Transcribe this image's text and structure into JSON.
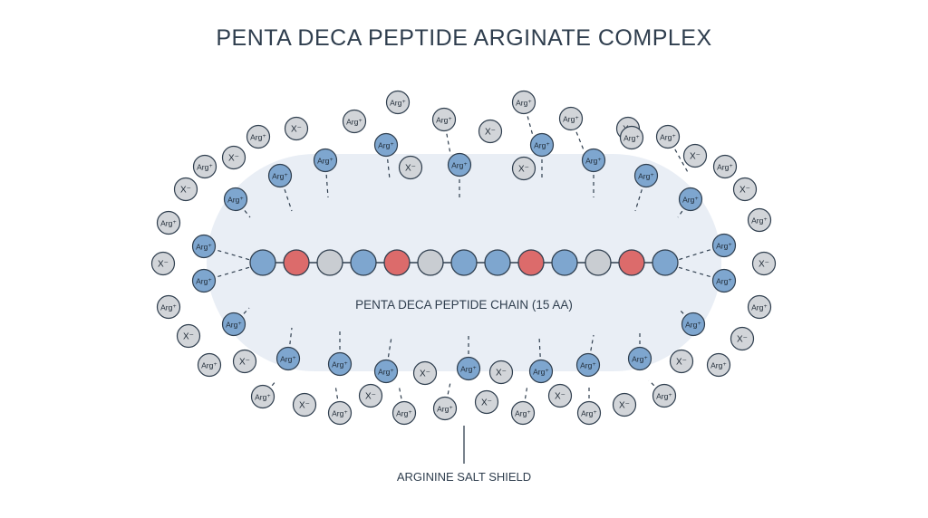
{
  "title": "PENTA DECA PEPTIDE ARGINATE COMPLEX",
  "chain_label": "PENTA DECA PEPTIDE CHAIN (15 AA)",
  "shield_label": "ARGININE SALT SHIELD",
  "ion_labels": {
    "arginine": "Arg⁺",
    "counterion": "X⁻"
  },
  "colors": {
    "blue_residue": "#7ea6cf",
    "red_residue": "#dc6b6b",
    "grey_residue": "#c9cdd2",
    "bound_arginine": "#7ea6cf",
    "free_ion": "#d2d5d9",
    "halo": "#e9eef5",
    "outline": "#2f3e4e"
  },
  "chain_residues": [
    "blue",
    "red",
    "grey",
    "blue",
    "red",
    "grey",
    "blue",
    "blue",
    "red",
    "blue",
    "grey",
    "red",
    "blue"
  ]
}
